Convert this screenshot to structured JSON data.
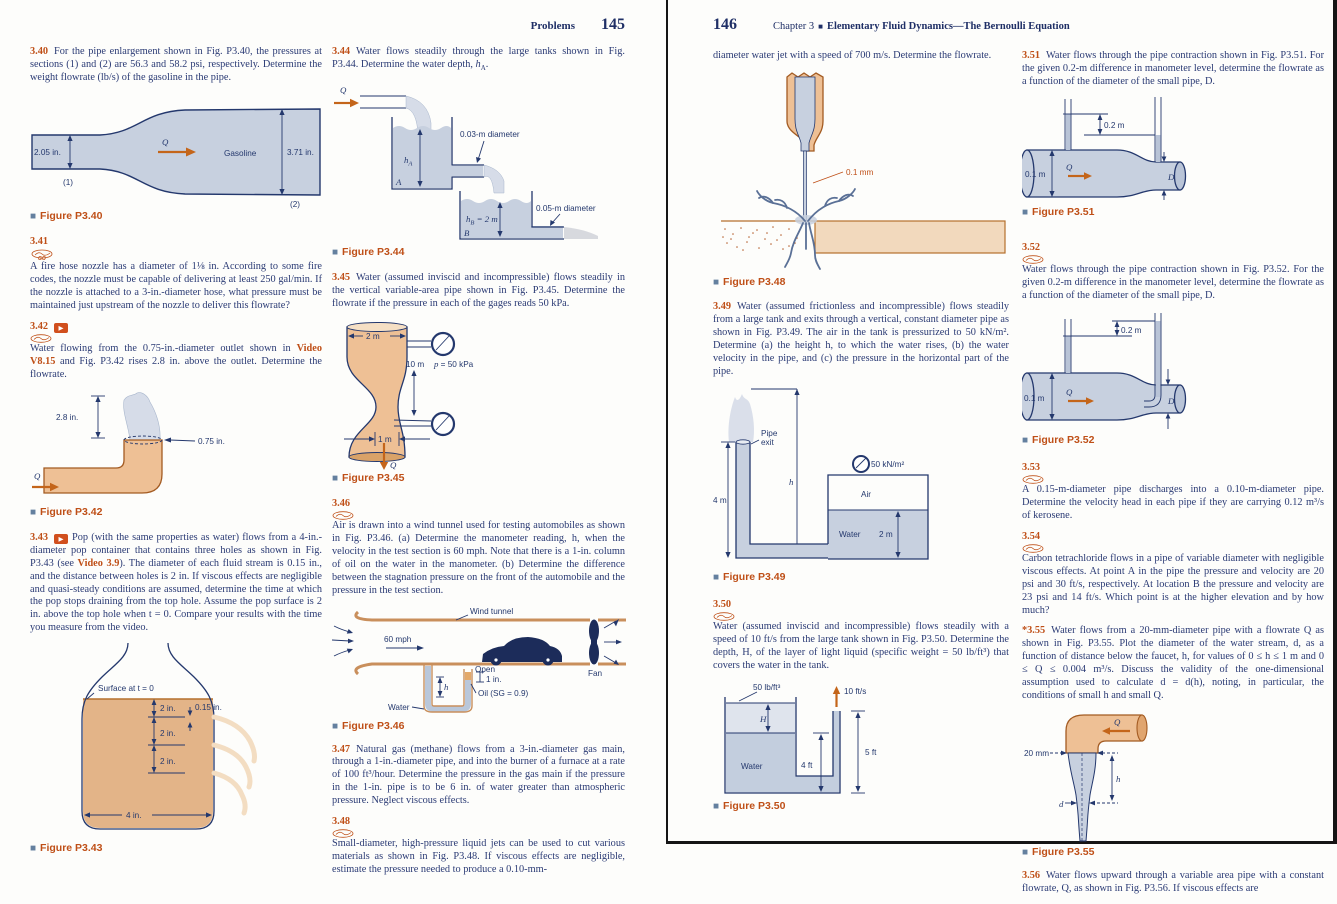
{
  "misc": {
    "square": "■",
    "play": "▶",
    "go": "GO"
  },
  "page145": {
    "header_title": "Problems",
    "page_num": "145",
    "p340": {
      "num": "3.40",
      "text": "For the pipe enlargement shown in Fig. P3.40, the pressures at sections (1) and (2) are 56.3 and 58.2 psi, respectively. Determine the weight flowrate (lb/s) of the gasoline in the pipe."
    },
    "fig340": {
      "caption": "Figure P3.40",
      "d1": "2.05 in.",
      "s1": "(1)",
      "q": "Q",
      "fluid": "Gasoline",
      "d2": "3.71 in.",
      "s2": "(2)"
    },
    "p341": {
      "num": "3.41",
      "text": "A fire hose nozzle has a diameter of 1⅛ in. According to some fire codes, the nozzle must be capable of delivering at least 250 gal/min. If the nozzle is attached to a 3-in.-diameter hose, what pressure must be maintained just upstream of the nozzle to deliver this flowrate?"
    },
    "p342": {
      "num": "3.42",
      "t1": "Water flowing from the 0.75-in.-diameter outlet shown in ",
      "link": "Video V8.15",
      "t2": " and Fig. P3.42 rises 2.8 in. above the outlet. Determine the flowrate."
    },
    "fig342": {
      "caption": "Figure P3.42",
      "rise": "2.8 in.",
      "dia": "0.75 in.",
      "q": "Q"
    },
    "p343": {
      "num": "3.43",
      "t1": "Pop (with the same properties as water) flows from a 4-in.-diameter pop container that contains three holes as shown in Fig. P3.43 (see ",
      "link": "Video 3.9",
      "t2": "). The diameter of each fluid stream is 0.15 in., and the distance between holes is 2 in. If viscous effects are negligible and quasi-steady conditions are assumed, determine the time at which the pop stops draining from the top hole. Assume the pop surface is 2 in. above the top hole when t = 0. Compare your results with the time you measure from the video."
    },
    "fig343": {
      "caption": "Figure P3.43",
      "surface": "Surface at t = 0",
      "g1": "2 in.",
      "g2": "2 in.",
      "g3": "2 in.",
      "hole": "0.15 in.",
      "width": "4 in."
    },
    "p344": {
      "num": "3.44",
      "t1": "Water flows steadily through the large tanks shown in Fig. P3.44. Determine the water depth, ",
      "v": "h",
      "vs": "A",
      "t2": "."
    },
    "fig344": {
      "caption": "Figure P3.44",
      "q": "Q",
      "ha_v": "h",
      "ha_s": "A",
      "ta": "A",
      "d1": "0.03-m diameter",
      "hb_v": "h",
      "hb_s": "B",
      "hb_eq": " = 2 m",
      "tb": "B",
      "d2": "0.05-m diameter"
    },
    "p345": {
      "num": "3.45",
      "text": "Water (assumed inviscid and incompressible) flows steadily in the vertical variable-area pipe shown in Fig. P3.45. Determine the flowrate if the pressure in each of the gages reads 50 kPa."
    },
    "fig345": {
      "caption": "Figure P3.45",
      "w": "2 m",
      "len": "10 m",
      "p_v": "p",
      "p_eq": " = 50 kPa",
      "n": "1 m",
      "q": "Q"
    },
    "p346": {
      "num": "3.46",
      "text": "Air is drawn into a wind tunnel used for testing automobiles as shown in Fig. P3.46. (a) Determine the manometer reading, h, when the velocity in the test section is 60 mph. Note that there is a 1-in. column of oil on the water in the manometer. (b) Determine the difference between the stagnation pressure on the front of the automobile and the pressure in the test section."
    },
    "fig346": {
      "caption": "Figure P3.46",
      "tunnel": "Wind tunnel",
      "speed": "60 mph",
      "open": "Open",
      "fan": "Fan",
      "h": "h",
      "inch": "1 in.",
      "water": "Water",
      "oil": "Oil (SG = 0.9)"
    },
    "p347": {
      "num": "3.47",
      "text": "Natural gas (methane) flows from a 3-in.-diameter gas main, through a 1-in.-diameter pipe, and into the burner of a furnace at a rate of 100 ft³/hour. Determine the pressure in the gas main if the pressure in the 1-in. pipe is to be 6 in. of water greater than atmospheric pressure. Neglect viscous effects."
    },
    "p348": {
      "num": "3.48",
      "text": "Small-diameter, high-pressure liquid jets can be used to cut various materials as shown in Fig. P3.48. If viscous effects are negligible, estimate the pressure needed to produce a 0.10-mm-"
    }
  },
  "page146": {
    "page_num": "146",
    "chapter": "Chapter 3",
    "title": "Elementary Fluid Dynamics—The Bernoulli Equation",
    "p348cont": "diameter water jet with a speed of 700 m/s. Determine the flowrate.",
    "fig348": {
      "caption": "Figure P3.48",
      "dia": "0.1 mm"
    },
    "p349": {
      "num": "3.49",
      "text": "Water (assumed frictionless and incompressible) flows steadily from a large tank and exits through a vertical, constant diameter pipe as shown in Fig. P3.49. The air in the tank is pressurized to 50 kN/m². Determine (a) the height h, to which the water rises, (b) the water velocity in the pipe, and (c) the pressure in the horizontal part of the pipe."
    },
    "fig349": {
      "caption": "Figure P3.49",
      "exit1": "Pipe",
      "exit2": "exit",
      "h": "h",
      "m4": "4 m",
      "gauge": "50 kN/m²",
      "air": "Air",
      "water": "Water",
      "m2": "2 m"
    },
    "p350": {
      "num": "3.50",
      "text": "Water (assumed inviscid and incompressible) flows steadily with a speed of 10 ft/s from the large tank shown in Fig. P3.50. Determine the depth, H, of the layer of light liquid (specific weight = 50 lb/ft³) that covers the water in the tank."
    },
    "fig350": {
      "caption": "Figure P3.50",
      "sw": "50 lb/ft³",
      "v": "10 ft/s",
      "H": "H",
      "water": "Water",
      "f4": "4 ft",
      "f5": "5 ft"
    },
    "p351": {
      "num": "3.51",
      "text": "Water flows through the pipe contraction shown in Fig. P3.51. For the given 0.2-m difference in manometer level, determine the flowrate as a function of the diameter of the small pipe, D."
    },
    "fig351": {
      "caption": "Figure P3.51",
      "lvl": "0.2 m",
      "dia": "0.1 m",
      "q": "Q",
      "d": "D"
    },
    "p352": {
      "num": "3.52",
      "text": "Water flows through the pipe contraction shown in Fig. P3.52. For the given 0.2-m difference in the manometer level, determine the flowrate as a function of the diameter of the small pipe, D."
    },
    "fig352": {
      "caption": "Figure P3.52",
      "lvl": "0.2 m",
      "dia": "0.1 m",
      "q": "Q",
      "d": "D"
    },
    "p353": {
      "num": "3.53",
      "text": "A 0.15-m-diameter pipe discharges into a 0.10-m-diameter pipe. Determine the velocity head in each pipe if they are carrying 0.12 m³/s of kerosene."
    },
    "p354": {
      "num": "3.54",
      "text": "Carbon tetrachloride flows in a pipe of variable diameter with negligible viscous effects. At point A in the pipe the pressure and velocity are 20 psi and 30 ft/s, respectively. At location B the pressure and velocity are 23 psi and 14 ft/s. Which point is at the higher elevation and by how much?"
    },
    "p355": {
      "num": "*3.55",
      "text": "Water flows from a 20-mm-diameter pipe with a flowrate Q as shown in Fig. P3.55. Plot the diameter of the water stream, d, as a function of distance below the faucet, h, for values of 0 ≤ h ≤ 1 m and 0 ≤ Q ≤ 0.004 m³/s. Discuss the validity of the one-dimensional assumption used to calculate d = d(h), noting, in particular, the conditions of small h and small Q."
    },
    "fig355": {
      "caption": "Figure P3.55",
      "q": "Q",
      "mm": "20 mm",
      "h": "h",
      "d": "d"
    },
    "p356": {
      "num": "3.56",
      "text": "Water flows upward through a variable area pipe with a constant flowrate, Q, as shown in Fig. P3.56. If viscous effects are"
    }
  }
}
